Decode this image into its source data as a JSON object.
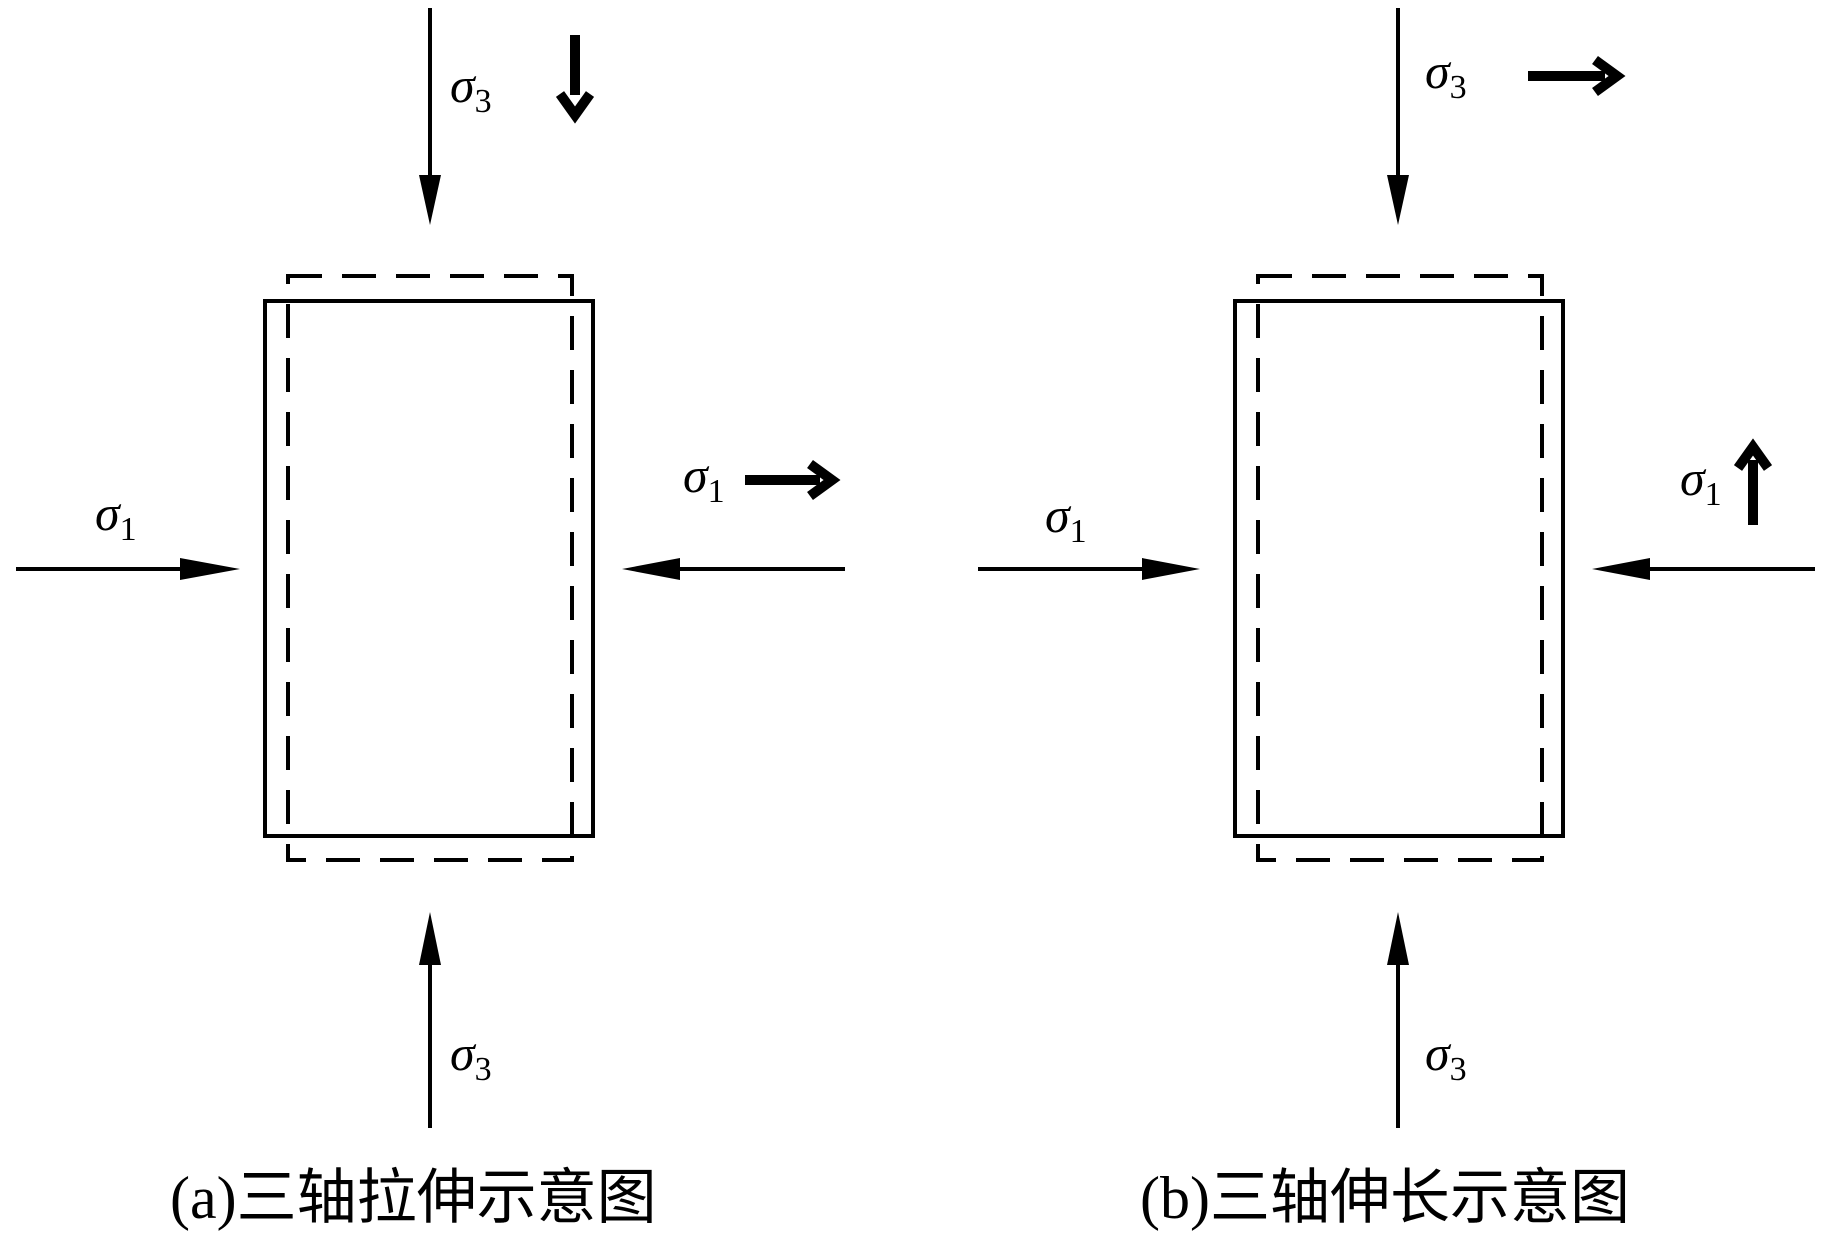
{
  "symbols": {
    "sigma": "σ",
    "sub_1": "1",
    "sub_3": "3"
  },
  "captions": {
    "a": "(a)三轴拉伸示意图",
    "b": "(b)三轴伸长示意图"
  },
  "colors": {
    "ink": "#000000",
    "background": "#ffffff"
  }
}
